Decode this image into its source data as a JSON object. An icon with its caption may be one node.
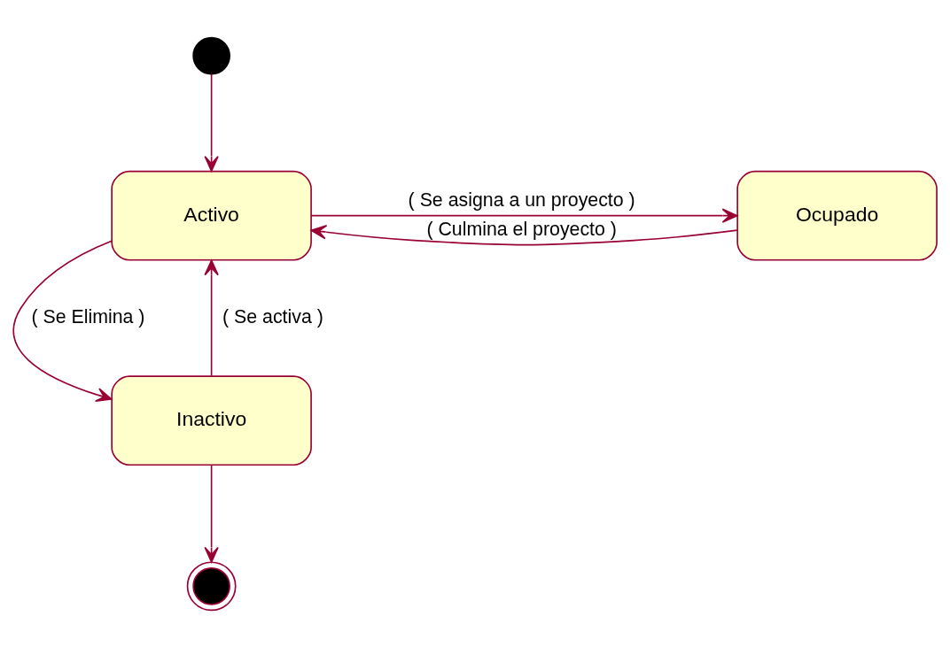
{
  "diagram": {
    "nodes": [
      {
        "text": [],
        "shape": "circle"
      },
      {
        "text": [
          "Activo"
        ]
      },
      {
        "text": [
          "Ocupado"
        ]
      },
      {
        "text": [
          "Inactivo"
        ]
      },
      {
        "text": [],
        "shape": "circle"
      }
    ],
    "edges": [
      {
        "from": 0,
        "to": 1,
        "arrow": "to"
      },
      {
        "from": 1,
        "to": 2,
        "arrow": "to",
        "label": "( Se asigna a un proyecto )"
      },
      {
        "from": 2,
        "to": 1,
        "arrow": "to",
        "label": "( Culmina el proyecto )"
      },
      {
        "from": 1,
        "to": 3,
        "arrow": "to",
        "label": "( Se Elimina )"
      },
      {
        "from": 3,
        "to": 1,
        "arrow": "to",
        "label": "( Se activa )"
      },
      {
        "from": 3,
        "to": 4,
        "arrow": "to"
      }
    ]
  }
}
